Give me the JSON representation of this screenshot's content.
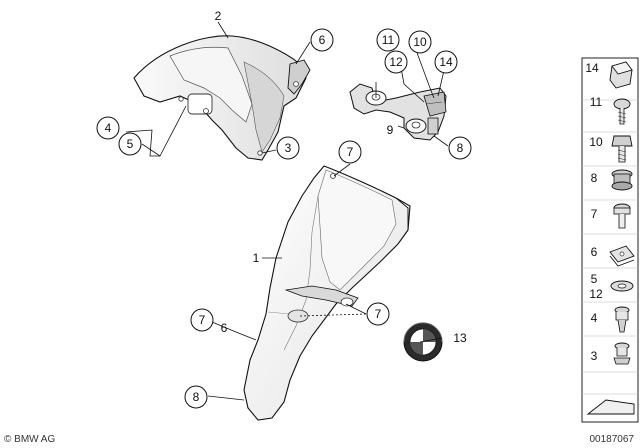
{
  "diagram": {
    "callouts": {
      "c2": "2",
      "c6_top": "6",
      "c4": "4",
      "c5": "5",
      "c3": "3",
      "c11": "11",
      "c10": "10",
      "c12": "12",
      "c14": "14",
      "c9": "9",
      "c8_top": "8",
      "c7_top": "7",
      "c1": "1",
      "c7_mid": "7",
      "c6_low": "6",
      "c7_low": "7",
      "c13": "13",
      "c8_low": "8"
    }
  },
  "sidebar": {
    "items": [
      {
        "label": "14",
        "icon": "rubber-cap-icon"
      },
      {
        "label": "11",
        "icon": "pan-head-screw-icon"
      },
      {
        "label": "10",
        "icon": "hex-bolt-icon"
      },
      {
        "label": "8",
        "icon": "grommet-icon"
      },
      {
        "label": "7",
        "icon": "collar-screw-icon"
      },
      {
        "label": "6",
        "icon": "spring-nut-icon"
      },
      {
        "label": "5",
        "label2": "12",
        "icon": "washer-icon"
      },
      {
        "label": "4",
        "icon": "expanding-rivet-icon"
      },
      {
        "label": "3",
        "icon": "plastic-rivet-icon"
      }
    ]
  },
  "footer": {
    "copyright": "© BMW AG",
    "diagram_id": "00187067"
  },
  "colors": {
    "line": "#111111",
    "fill_light": "#f4f4f4",
    "fill_mid": "#e6e6e6",
    "fill_dark": "#cfcfcf"
  }
}
